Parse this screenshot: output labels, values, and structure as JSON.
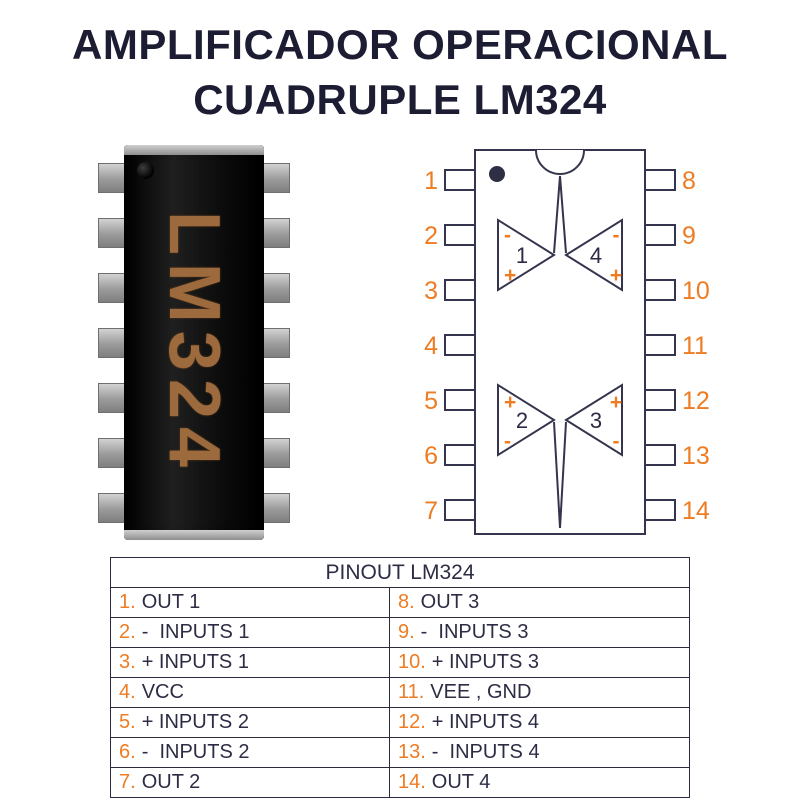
{
  "title": {
    "line1": "AMPLIFICADOR OPERACIONAL",
    "line2": "CUADRUPLE LM324"
  },
  "chip": {
    "label": "LM324"
  },
  "pinout": {
    "left_pins": [
      "1",
      "2",
      "3",
      "4",
      "5",
      "6",
      "7"
    ],
    "right_pins": [
      "8",
      "9",
      "10",
      "11",
      "12",
      "13",
      "14"
    ],
    "opamps": [
      {
        "number": "1",
        "top_sign": "-",
        "bottom_sign": "+"
      },
      {
        "number": "4",
        "top_sign": "-",
        "bottom_sign": "+"
      },
      {
        "number": "2",
        "top_sign": "+",
        "bottom_sign": "-"
      },
      {
        "number": "3",
        "top_sign": "+",
        "bottom_sign": "-"
      }
    ]
  },
  "table": {
    "title": "PINOUT LM324",
    "rows": [
      {
        "l_num": "1.",
        "l_label": "OUT 1",
        "r_num": "8.",
        "r_label": "OUT 3"
      },
      {
        "l_num": "2.",
        "l_label": "-  INPUTS 1",
        "r_num": "9.",
        "r_label": "-  INPUTS 3"
      },
      {
        "l_num": "3.",
        "l_label": "+ INPUTS 1",
        "r_num": "10.",
        "r_label": "+ INPUTS 3"
      },
      {
        "l_num": "4.",
        "l_label": "VCC",
        "r_num": "11.",
        "r_label": "VEE , GND"
      },
      {
        "l_num": "5.",
        "l_label": "+ INPUTS 2",
        "r_num": "12.",
        "r_label": "+ INPUTS 4"
      },
      {
        "l_num": "6.",
        "l_label": "-  INPUTS 2",
        "r_num": "13.",
        "r_label": "-  INPUTS 4"
      },
      {
        "l_num": "7.",
        "l_label": "OUT 2",
        "r_num": "14.",
        "r_label": "OUT 4"
      }
    ]
  },
  "colors": {
    "accent_orange": "#ED7C23",
    "text_navy": "#2c2c45"
  }
}
